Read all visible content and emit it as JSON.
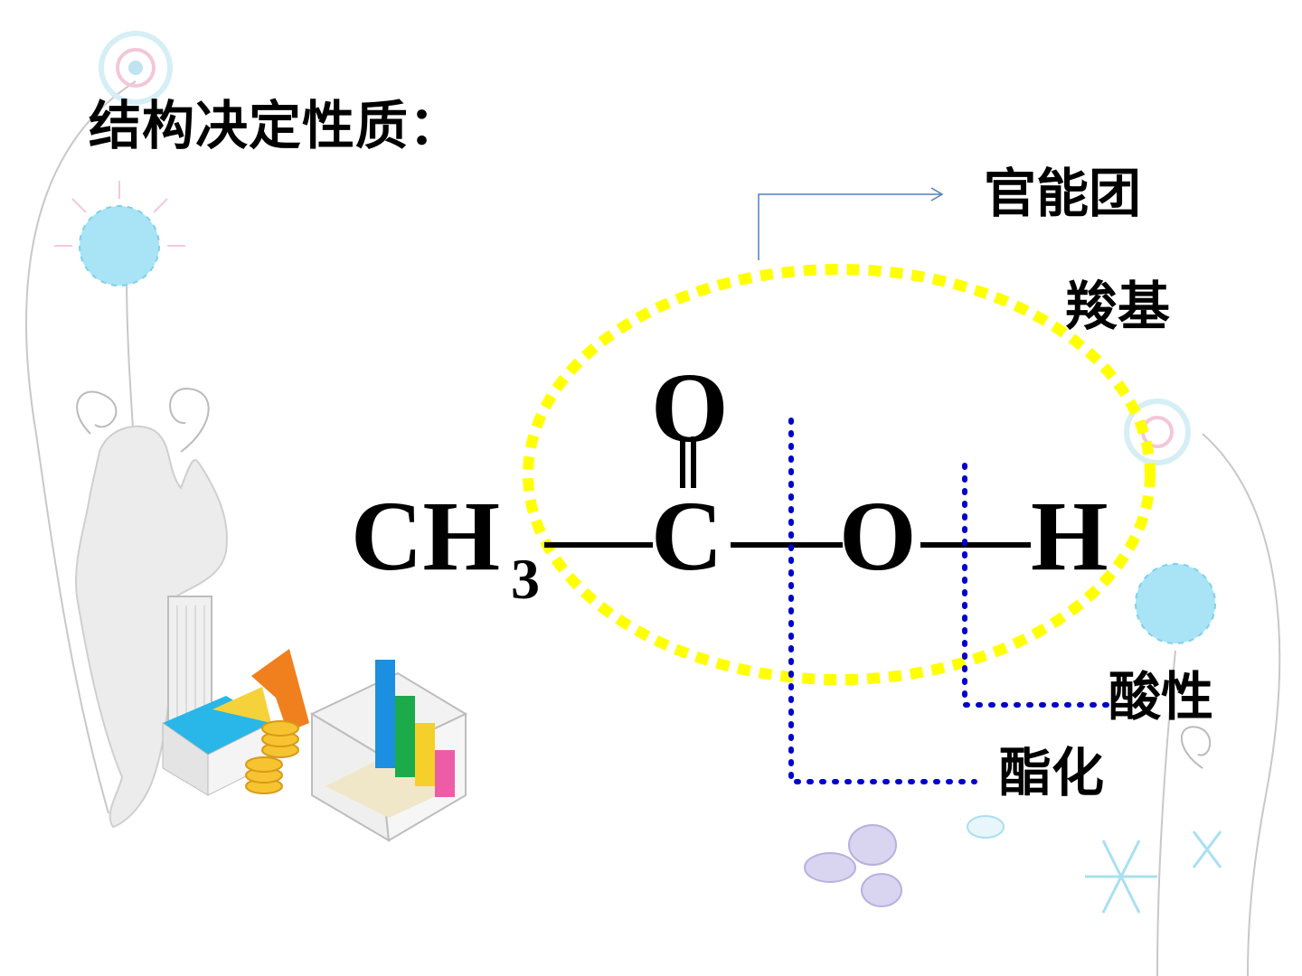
{
  "title": "结构决定性质：",
  "labels": {
    "functional_group": "官能团",
    "carboxyl": "羧基",
    "acidity": "酸性",
    "esterification": "酯化"
  },
  "molecule": {
    "methyl_ch": "CH",
    "methyl_sub": "3",
    "carbonyl_o": "O",
    "carbon": "C",
    "hydroxyl_o": "O",
    "hydrogen": "H"
  },
  "colors": {
    "ellipse": "#ffff00",
    "cleavage_lines": "#0000cc",
    "arrow": "#4f81bd",
    "text": "#000000"
  },
  "icons": [
    "flower-vine-decoration",
    "businessman-silhouette-icon",
    "building-icon",
    "coin-stack-icon",
    "bar-chart-box-icon",
    "butterfly-icon",
    "snowflake-icon"
  ]
}
